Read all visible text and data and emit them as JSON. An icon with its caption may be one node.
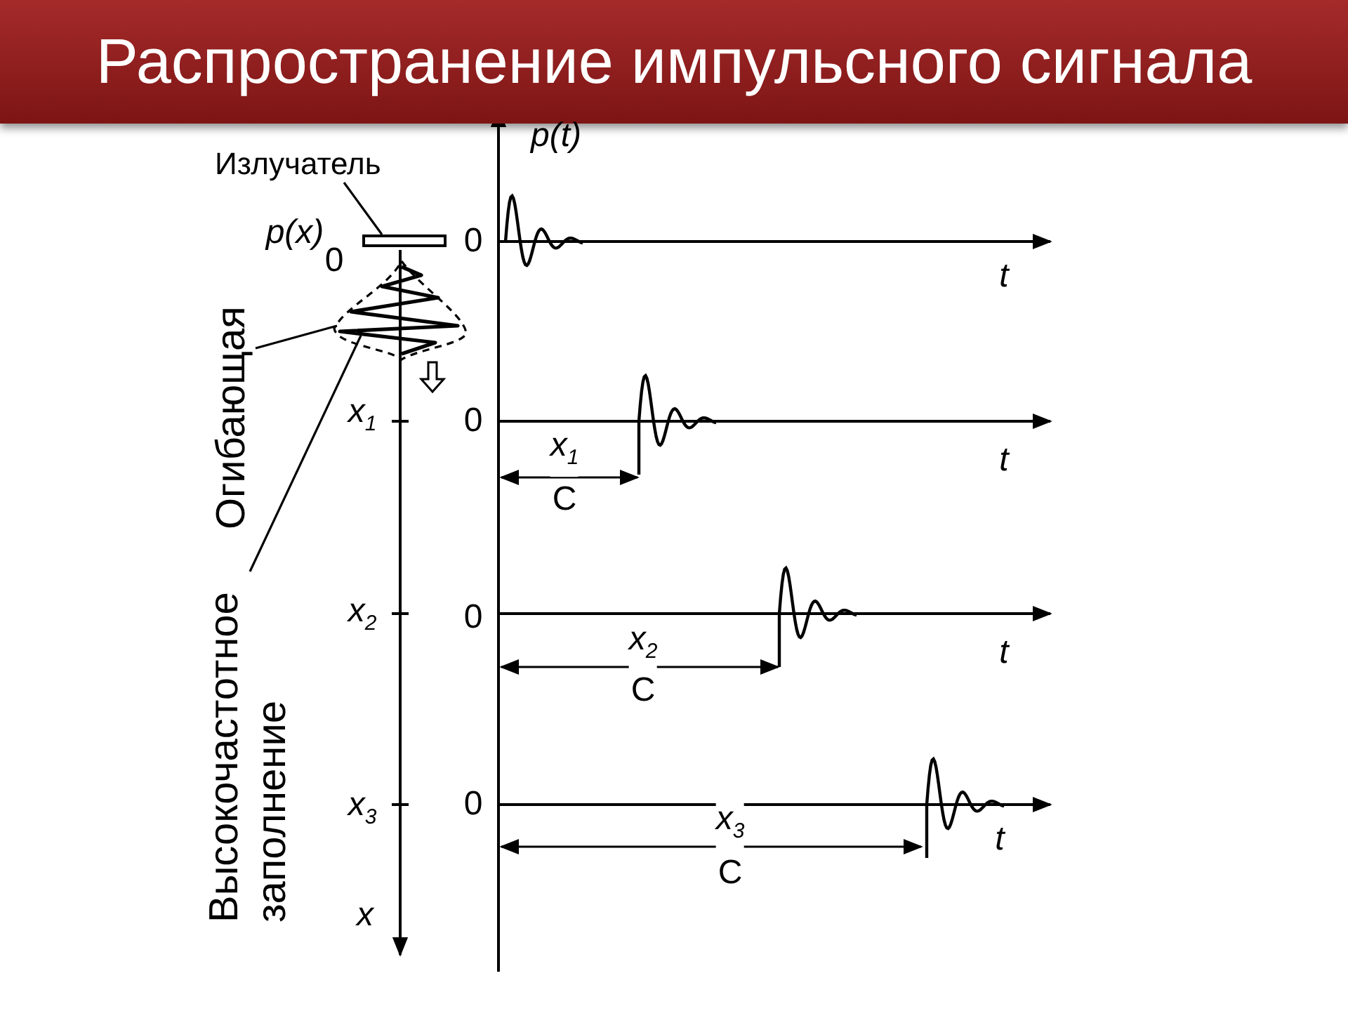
{
  "diagram": {
    "title": "Распространение импульсного сигнала",
    "nodes": [
      {
        "text": [
          "Излучатель"
        ]
      },
      {
        "text": [],
        "shape": "bar"
      },
      {
        "text": [
          "Огибающая"
        ]
      },
      {
        "text": [
          "Высокочастотное заполнение"
        ]
      },
      {
        "text": [],
        "shape": "envelope"
      },
      {
        "text": [],
        "shape": "wave",
        "in": 4
      }
    ],
    "edges": [
      {
        "from": 0,
        "to": 1,
        "arrow": "none"
      },
      {
        "from": 2,
        "to": 4,
        "arrow": "none"
      },
      {
        "from": 3,
        "to": 5,
        "arrow": "none"
      }
    ],
    "labels": [
      "p(t)",
      "p(x)",
      "0",
      "0",
      "t",
      "x$_{1}$",
      "0",
      "t",
      "x$_{1}$",
      "C",
      "x$_{2}$",
      "0",
      "t",
      "x$_{2}$",
      "C",
      "x$_{3}$",
      "0",
      "t",
      "x$_{3}$",
      "C",
      "x"
    ]
  }
}
